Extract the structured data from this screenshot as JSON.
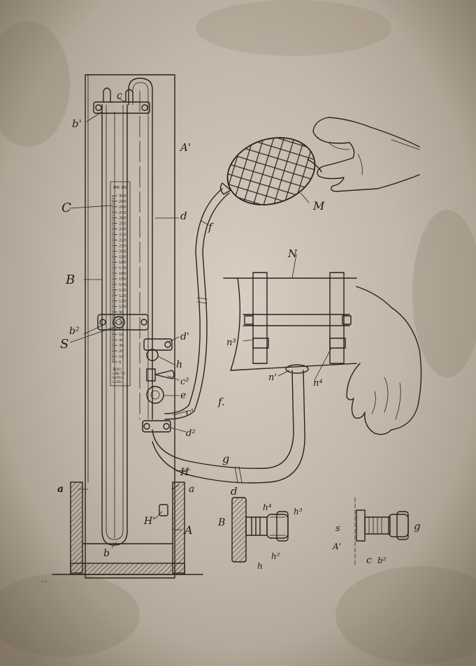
{
  "labels": {
    "b1": "b'",
    "c": "c",
    "A1": "A'",
    "C": "C",
    "d": "d",
    "f1": "f",
    "M": "M",
    "N": "N",
    "B": "B",
    "b2": "b²",
    "S": "S",
    "d1": "d'",
    "h": "h",
    "c2": "c²",
    "e": "e",
    "n3": "n³",
    "n4": "n⁴",
    "n1": "n'",
    "f2": "f.",
    "c1": "c'",
    "d2": "d²",
    "g": "g",
    "H": "H",
    "a_left": "a",
    "a_right": "a",
    "H1": "H'",
    "A": "A",
    "b": "b",
    "det_d": "d",
    "det_B": "B",
    "det_h4": "h⁴",
    "det_h3": "h³",
    "det_h2": "h²",
    "det_h": "h",
    "det2_s": "s",
    "det2_g": "g",
    "det2_A1": "A'",
    "det2_c": "c",
    "det2_b2": "b²"
  },
  "scale": {
    "top_note": "MM. HG",
    "ticks": [
      "300",
      "290",
      "280",
      "270",
      "260",
      "250",
      "240",
      "230",
      "220",
      "210",
      "200",
      "190",
      "180",
      "170",
      "160",
      "150",
      "140",
      "130",
      "120",
      "110",
      "100",
      "90",
      "80",
      "70",
      "60",
      "50",
      "40",
      "30",
      "20",
      "10",
      "0"
    ],
    "bottom_note": [
      "ZERO",
      "LINE TO",
      "MATCH",
      "LEVEL"
    ]
  },
  "colors": {
    "ink": "#2a231c",
    "paper": "#d2c9bc"
  }
}
